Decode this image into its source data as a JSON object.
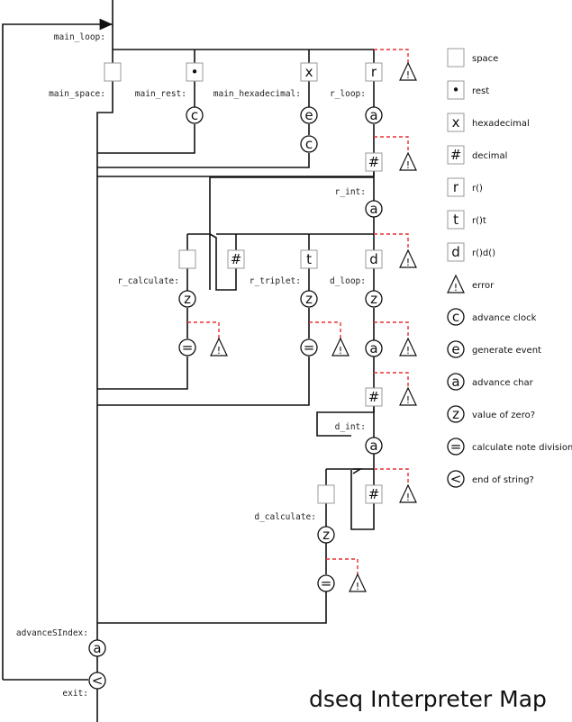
{
  "title": "dseq Interpreter Map",
  "labels": {
    "main_loop": "main_loop:",
    "main_space": "main_space:",
    "main_rest": "main_rest:",
    "main_hexadecimal": "main_hexadecimal:",
    "r_loop": "r_loop:",
    "r_int": "r_int:",
    "r_calculate": "r_calculate:",
    "r_triplet": "r_triplet:",
    "d_loop": "d_loop:",
    "d_int": "d_int:",
    "d_calculate": "d_calculate:",
    "advanceSIndex": "advanceSIndex:",
    "exit": "exit:"
  },
  "glyphs": {
    "space": "",
    "rest": "•",
    "hexadecimal": "x",
    "decimal": "#",
    "r": "r",
    "t": "t",
    "d": "d",
    "error": "!",
    "advance_clock": "c",
    "generate_event": "e",
    "advance_char": "a",
    "value_of_zero": "z",
    "calculate_note_division": "=",
    "end_of_string": "<"
  },
  "legend": [
    {
      "shape": "square",
      "glyph": "",
      "label": "space"
    },
    {
      "shape": "square",
      "glyph": "•",
      "label": "rest"
    },
    {
      "shape": "square",
      "glyph": "x",
      "label": "hexadecimal"
    },
    {
      "shape": "square",
      "glyph": "#",
      "label": "decimal"
    },
    {
      "shape": "square",
      "glyph": "r",
      "label": "r()"
    },
    {
      "shape": "square",
      "glyph": "t",
      "label": "r()t"
    },
    {
      "shape": "square",
      "glyph": "d",
      "label": "r()d()"
    },
    {
      "shape": "triangle",
      "glyph": "!",
      "label": "error"
    },
    {
      "shape": "circle",
      "glyph": "c",
      "label": "advance clock"
    },
    {
      "shape": "circle",
      "glyph": "e",
      "label": "generate event"
    },
    {
      "shape": "circle",
      "glyph": "a",
      "label": "advance char"
    },
    {
      "shape": "circle",
      "glyph": "z",
      "label": "value of zero?"
    },
    {
      "shape": "circle",
      "glyph": "=",
      "label": "calculate note division"
    },
    {
      "shape": "circle",
      "glyph": "<",
      "label": "end of string?"
    }
  ],
  "colors": {
    "line": "#111111",
    "error_path": "#e53030"
  }
}
